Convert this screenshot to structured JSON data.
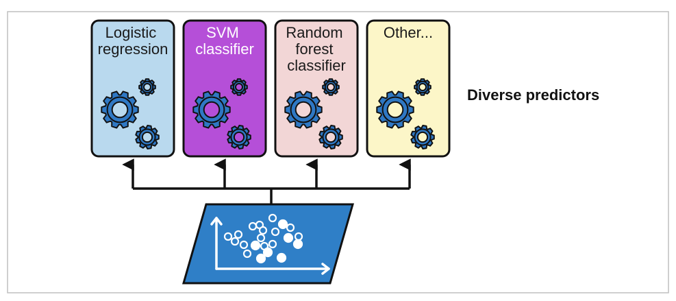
{
  "diagram": {
    "side_label": "Diverse predictors",
    "predictors": [
      {
        "lines": [
          "Logistic",
          "regression"
        ],
        "fill": "#b9d9ee",
        "text_color": "#1a1a1a",
        "gear_hole": "#b9d9ee"
      },
      {
        "lines": [
          "SVM",
          "classifier"
        ],
        "fill": "#b54fd8",
        "text_color": "#ffffff",
        "gear_hole": "#b54fd8"
      },
      {
        "lines": [
          "Random",
          "forest",
          "classifier"
        ],
        "fill": "#f2d6d6",
        "text_color": "#1a1a1a",
        "gear_hole": "#f2d6d6"
      },
      {
        "lines": [
          "Other..."
        ],
        "fill": "#fcf6c8",
        "text_color": "#1a1a1a",
        "gear_hole": "#fcf6c8"
      }
    ],
    "colors": {
      "gear": "#2f78c4",
      "outline": "#111111",
      "dataset_fill": "#2f7fc7",
      "frame": "#bfbfbf"
    },
    "icons": [
      "gears-icon",
      "dataset-scatter-icon",
      "arrow-up-icon"
    ]
  }
}
